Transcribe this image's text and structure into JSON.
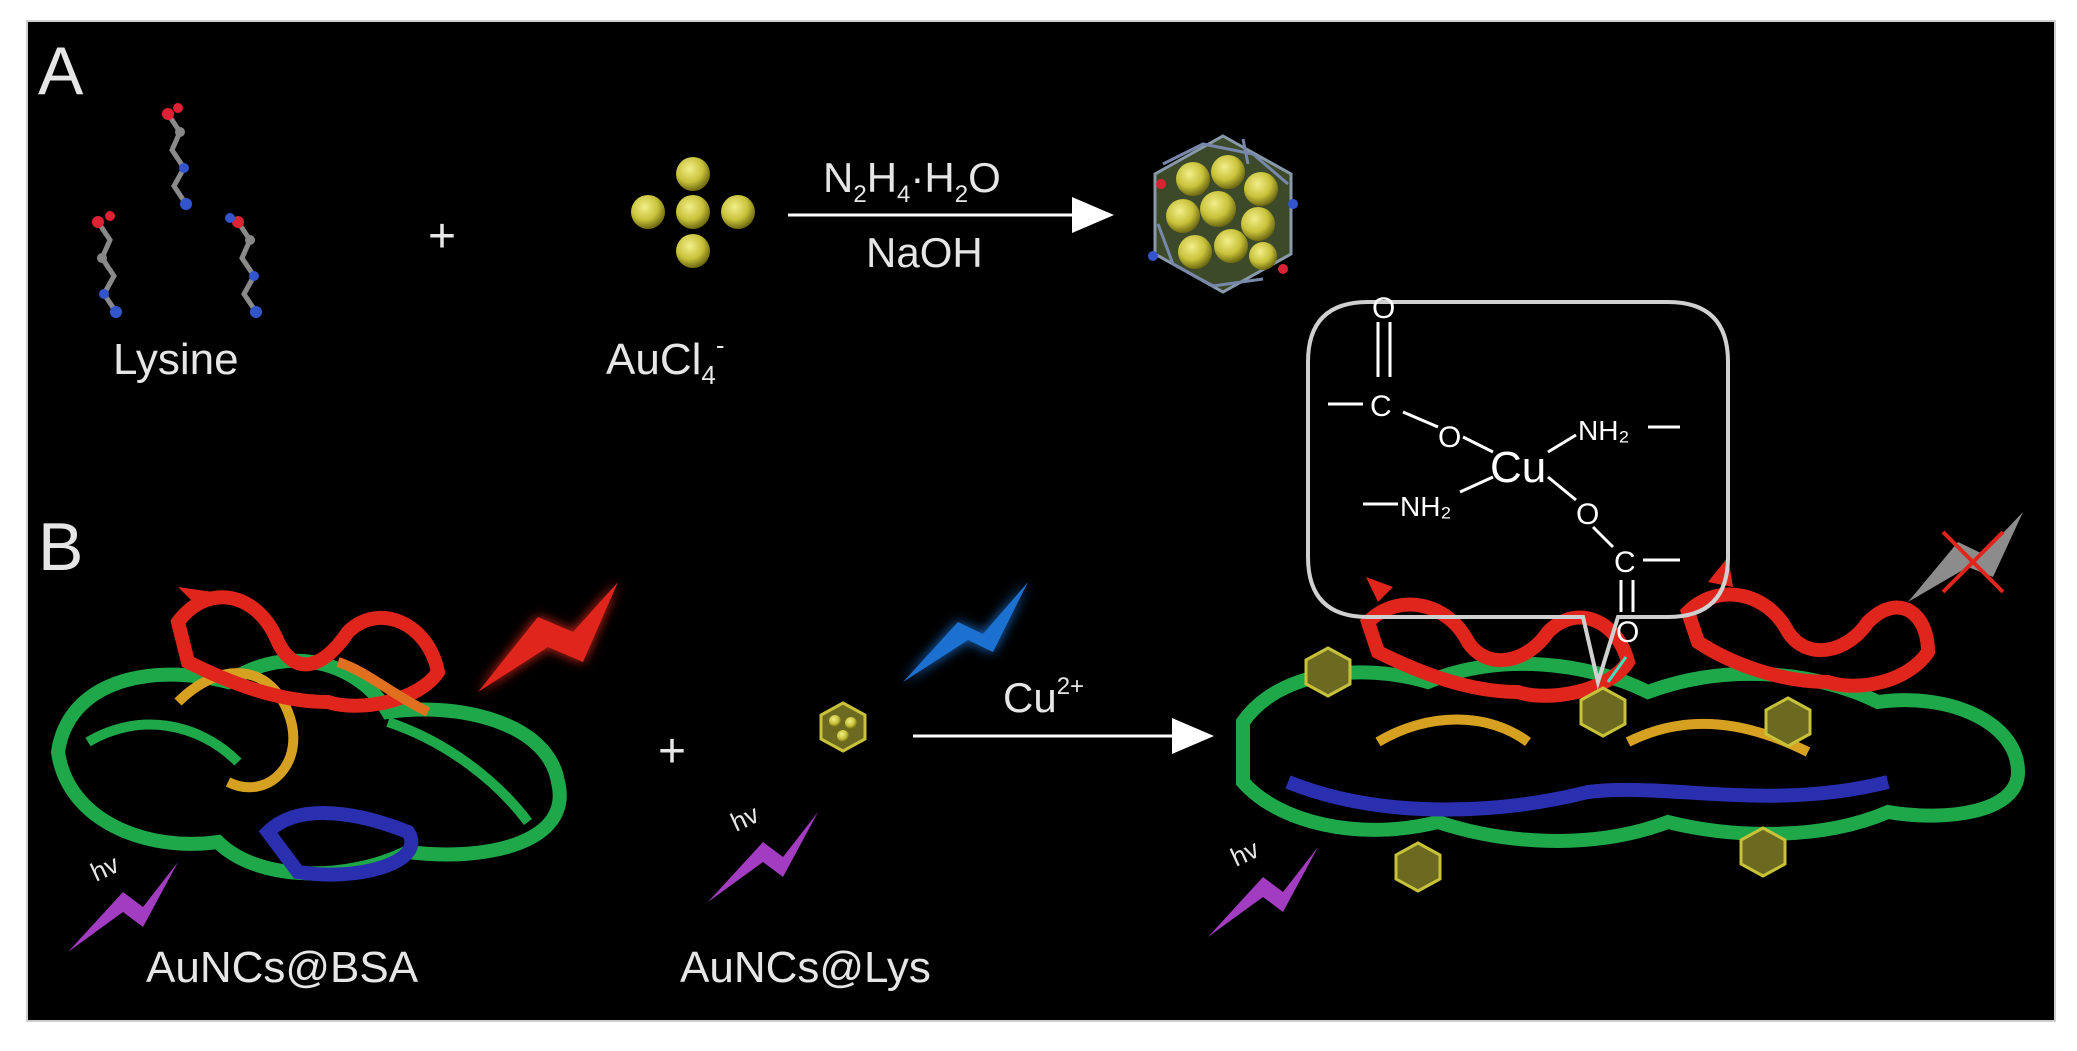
{
  "panels": {
    "a": {
      "letter": "A",
      "lysine_label": "Lysine",
      "plus": "+",
      "aucl4_label": "AuCl",
      "aucl4_sub": "4",
      "aucl4_sup": "-",
      "reagent_top": {
        "n": "N",
        "n_sub": "2",
        "h": "H",
        "h_sub": "4",
        "dot": "·H",
        "h2_sub": "2",
        "o": "O"
      },
      "reagent_bottom": "NaOH"
    },
    "b": {
      "letter": "B",
      "bsa_label": "AuNCs@BSA",
      "lys_label": "AuNCs@Lys",
      "plus": "+",
      "hv": "hv",
      "cu_label": "Cu",
      "cu_sup": "2+"
    }
  },
  "complex": {
    "center": "Cu",
    "o_left": "O",
    "o_right": "O",
    "nh2_right": "NH₂",
    "nh2_left": "NH₂",
    "carbon": "C",
    "oxygen_top": "O",
    "oxygen_bottom": "O"
  },
  "colors": {
    "background": "#000000",
    "gold": "#c8c23a",
    "red": "#e0261c",
    "blue": "#1e6fd0",
    "violet": "#a23cc0",
    "green": "#1fa84a",
    "navy": "#2a2fb0"
  }
}
